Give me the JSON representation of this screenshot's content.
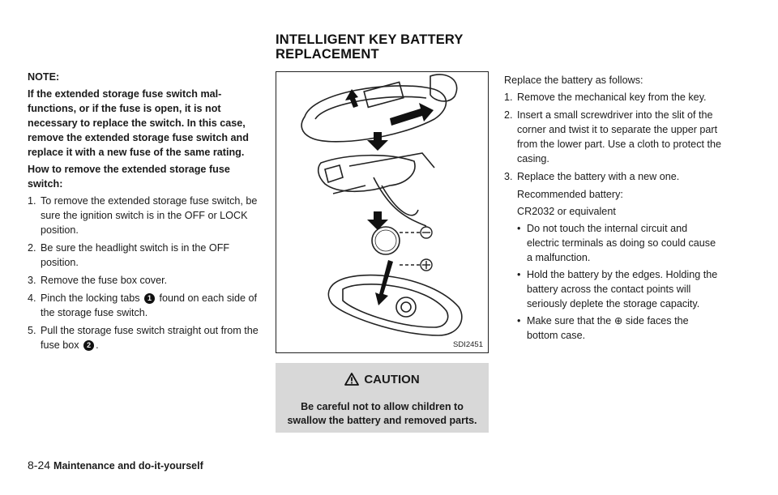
{
  "left_column": {
    "note_label": "NOTE:",
    "note_text": "If the extended storage fuse switch mal- functions, or if the fuse is open, it is not necessary to replace the switch. In this case, remove the extended storage fuse switch and replace it with a new fuse of the same rating.",
    "how_to_heading": "How to remove the extended storage fuse switch:",
    "steps": [
      {
        "num": "1.",
        "text": "To remove the extended storage fuse switch, be sure the ignition switch is in the OFF or LOCK position."
      },
      {
        "num": "2.",
        "text": "Be sure the headlight switch is in the OFF position."
      },
      {
        "num": "3.",
        "text": "Remove the fuse box cover."
      },
      {
        "num": "4.",
        "text_before": "Pinch the locking tabs",
        "badge": "1",
        "text_after": "found on each side of the storage fuse switch."
      },
      {
        "num": "5.",
        "text_before": "Pull the storage fuse switch straight out from the fuse box",
        "badge": "2",
        "text_after": "."
      }
    ]
  },
  "section": {
    "title_line1": "INTELLIGENT KEY BATTERY",
    "title_line2": "REPLACEMENT"
  },
  "figure": {
    "code": "SDI2451",
    "icons": [
      "minus-sign",
      "plus-sign"
    ]
  },
  "caution": {
    "heading": "CAUTION",
    "text": "Be careful not to allow children to swallow the battery and removed parts."
  },
  "right_column": {
    "intro": "Replace the battery as follows:",
    "steps": [
      {
        "num": "1.",
        "text": "Remove the mechanical key from the key."
      },
      {
        "num": "2.",
        "text": "Insert a small screwdriver into the slit of the corner and twist it to separate the upper part from the lower part. Use a cloth to protect the casing."
      },
      {
        "num": "3.",
        "text": "Replace the battery with a new one."
      }
    ],
    "recommended_label": "Recommended battery:",
    "recommended_value": "CR2032 or equivalent",
    "bullets": [
      {
        "text": "Do not touch the internal circuit and electric terminals as doing so could cause a malfunction."
      },
      {
        "text": "Hold the battery by the edges. Holding the battery across the contact points will seriously deplete the storage capacity."
      },
      {
        "text_before": "Make sure that the",
        "symbol": "⊕",
        "text_after": "side faces the bottom case."
      }
    ]
  },
  "footer": {
    "page_number": "8-24",
    "section_name": "Maintenance and do-it-yourself"
  }
}
